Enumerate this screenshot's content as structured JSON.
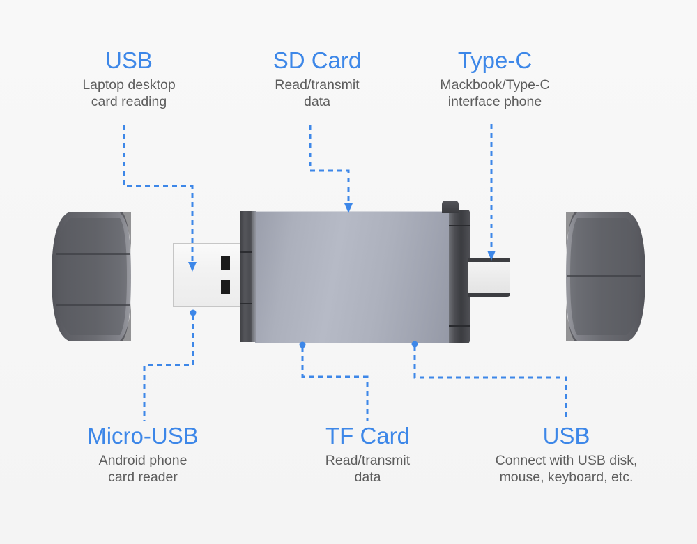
{
  "theme": {
    "background": "#f7f7f7",
    "accent_blue": "#3d87e8",
    "body_text": "#5d5d5d",
    "metal_light": "#b6bac6",
    "metal_dark": "#3b3c40"
  },
  "callouts": {
    "usb_top": {
      "title": "USB",
      "desc": "Laptop desktop\ncard reading"
    },
    "sd_card": {
      "title": "SD Card",
      "desc": "Read/transmit\ndata"
    },
    "type_c": {
      "title": "Type-C",
      "desc": "Mackbook/Type-C\ninterface phone"
    },
    "micro_usb": {
      "title": "Micro-USB",
      "desc": "Android phone\ncard reader"
    },
    "tf_card": {
      "title": "TF Card",
      "desc": "Read/transmit\ndata"
    },
    "usb_bottom": {
      "title": "USB",
      "desc": "Connect with USB disk,\nmouse, keyboard, etc."
    }
  },
  "device": {
    "name": "multi-port card reader",
    "parts": [
      "usb-a-plug",
      "aluminium-body",
      "type-c-plug",
      "left-protective-cap",
      "right-protective-cap",
      "lanyard-tab"
    ]
  },
  "connectors": {
    "style": "dashed",
    "color": "#3d87e8",
    "dash": "7 6",
    "width": 3
  }
}
